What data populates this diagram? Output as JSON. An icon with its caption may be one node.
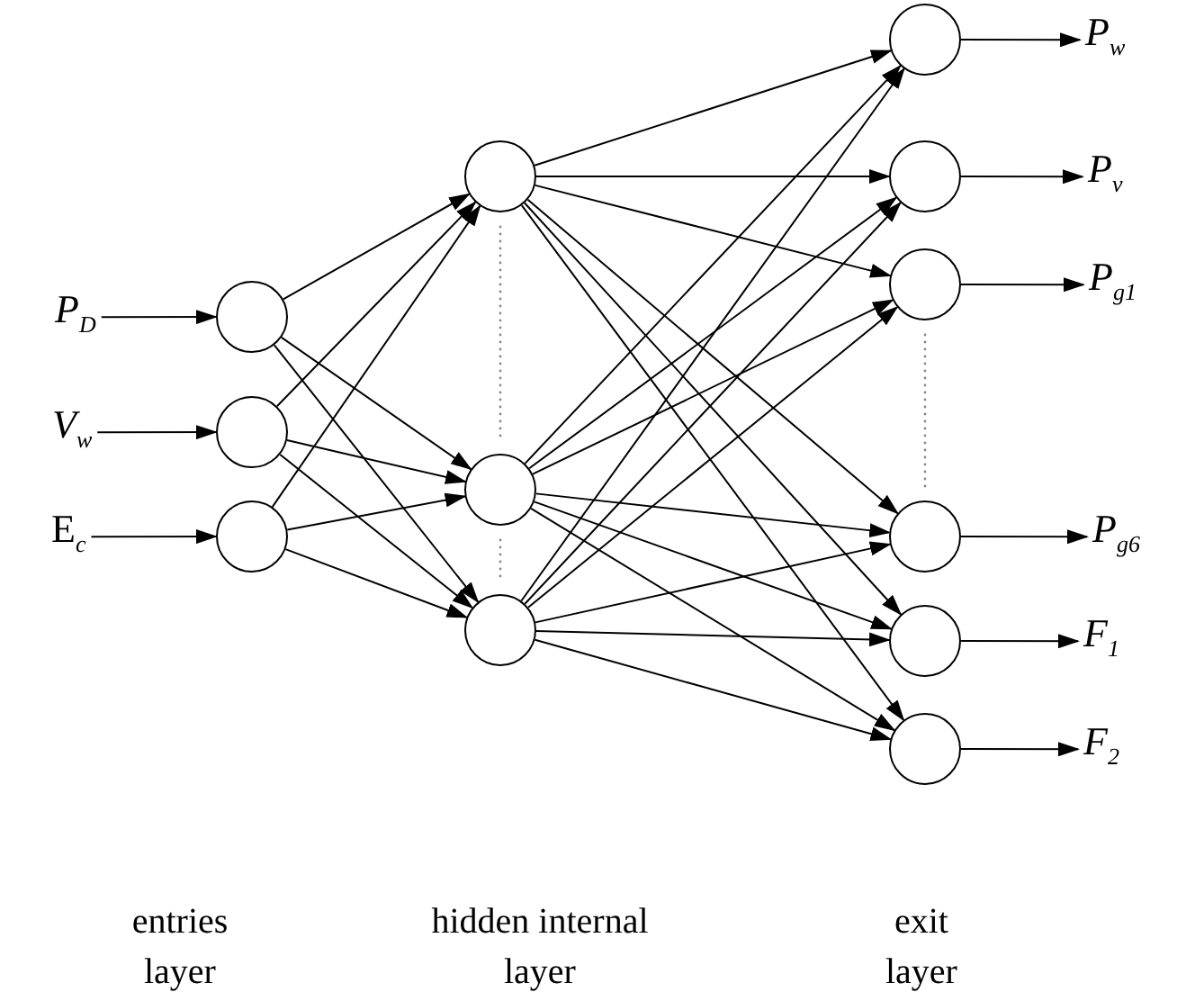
{
  "diagram": {
    "nodes": [
      {
        "text": [
          "*P*$_{D}$"
        ]
      },
      {
        "text": [
          "*V*$_{w}$"
        ]
      },
      {
        "text": [
          "E$_{c}$"
        ]
      },
      {
        "text": [],
        "shape": "circle"
      },
      {
        "text": [],
        "shape": "circle"
      },
      {
        "text": [],
        "shape": "circle"
      },
      {
        "text": [],
        "shape": "circle"
      },
      {
        "text": [],
        "shape": "circle"
      },
      {
        "text": [],
        "shape": "circle"
      },
      {
        "text": [],
        "shape": "circle"
      },
      {
        "text": [],
        "shape": "circle"
      },
      {
        "text": [],
        "shape": "circle"
      },
      {
        "text": [],
        "shape": "circle"
      },
      {
        "text": [],
        "shape": "circle"
      },
      {
        "text": [],
        "shape": "circle"
      },
      {
        "text": [
          "*P*$_{w}$"
        ]
      },
      {
        "text": [
          "*P*$_{v}$"
        ]
      },
      {
        "text": [
          "*P*$_{g1}$"
        ]
      },
      {
        "text": [
          "*P*$_{g6}$"
        ]
      },
      {
        "text": [
          "*F*$_{1}$"
        ]
      },
      {
        "text": [
          "*F*$_{2}$"
        ]
      }
    ],
    "edges": [
      {
        "from": 0,
        "to": 3,
        "arrow": "to"
      },
      {
        "from": 1,
        "to": 4,
        "arrow": "to"
      },
      {
        "from": 2,
        "to": 5,
        "arrow": "to"
      },
      {
        "from": 3,
        "to": 6,
        "arrow": "to"
      },
      {
        "from": 3,
        "to": 7,
        "arrow": "to"
      },
      {
        "from": 3,
        "to": 8,
        "arrow": "to"
      },
      {
        "from": 4,
        "to": 6,
        "arrow": "to"
      },
      {
        "from": 4,
        "to": 7,
        "arrow": "to"
      },
      {
        "from": 4,
        "to": 8,
        "arrow": "to"
      },
      {
        "from": 5,
        "to": 6,
        "arrow": "to"
      },
      {
        "from": 5,
        "to": 7,
        "arrow": "to"
      },
      {
        "from": 5,
        "to": 8,
        "arrow": "to"
      },
      {
        "from": 6,
        "to": 9,
        "arrow": "to"
      },
      {
        "from": 6,
        "to": 10,
        "arrow": "to"
      },
      {
        "from": 6,
        "to": 11,
        "arrow": "to"
      },
      {
        "from": 6,
        "to": 12,
        "arrow": "to"
      },
      {
        "from": 6,
        "to": 13,
        "arrow": "to"
      },
      {
        "from": 6,
        "to": 14,
        "arrow": "to"
      },
      {
        "from": 7,
        "to": 9,
        "arrow": "to"
      },
      {
        "from": 7,
        "to": 10,
        "arrow": "to"
      },
      {
        "from": 7,
        "to": 11,
        "arrow": "to"
      },
      {
        "from": 7,
        "to": 12,
        "arrow": "to"
      },
      {
        "from": 7,
        "to": 13,
        "arrow": "to"
      },
      {
        "from": 7,
        "to": 14,
        "arrow": "to"
      },
      {
        "from": 8,
        "to": 9,
        "arrow": "to"
      },
      {
        "from": 8,
        "to": 10,
        "arrow": "to"
      },
      {
        "from": 8,
        "to": 11,
        "arrow": "to"
      },
      {
        "from": 8,
        "to": 12,
        "arrow": "to"
      },
      {
        "from": 8,
        "to": 13,
        "arrow": "to"
      },
      {
        "from": 8,
        "to": 14,
        "arrow": "to"
      },
      {
        "from": 9,
        "to": 15,
        "arrow": "to"
      },
      {
        "from": 10,
        "to": 16,
        "arrow": "to"
      },
      {
        "from": 11,
        "to": 17,
        "arrow": "to"
      },
      {
        "from": 12,
        "to": 18,
        "arrow": "to"
      },
      {
        "from": 13,
        "to": 19,
        "arrow": "to"
      },
      {
        "from": 14,
        "to": 20,
        "arrow": "to"
      }
    ],
    "labels": [
      "entries layer",
      "hidden internal layer",
      "exit layer"
    ]
  }
}
